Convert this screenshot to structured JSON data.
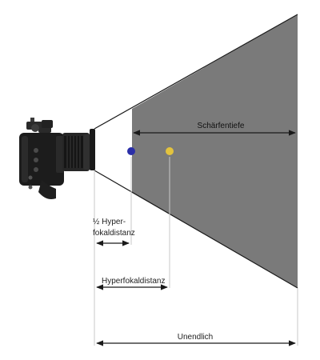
{
  "labels": {
    "depth_of_field": "Schärfentiefe",
    "half_hyper_line1": "½ Hyper-",
    "half_hyper_line2": "fokaldistanz",
    "hyperfocal": "Hyperfokaldistanz",
    "infinity": "Unendlich"
  },
  "colors": {
    "sharp_zone": "#7a7a7a",
    "near_point": "#2b2fa8",
    "focus_point": "#e3c33e",
    "lines": "#1a1a1a",
    "guides": "#c8c8c8"
  },
  "icons": {
    "camera": "camera-icon"
  }
}
